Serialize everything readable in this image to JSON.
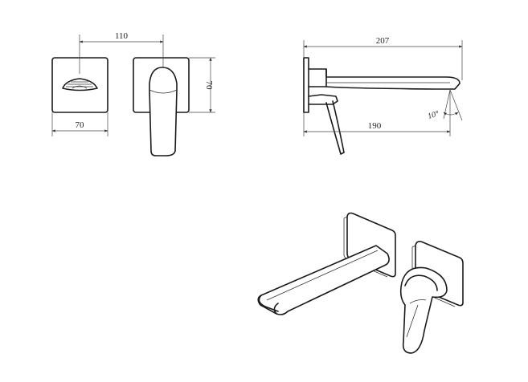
{
  "dimensions": {
    "front_overall_width": "110",
    "front_plate_width": "70",
    "front_plate_height": "70",
    "side_overall_length": "207",
    "side_spout_length": "190",
    "spout_angle": "10°"
  },
  "colors": {
    "line": "#1a1a1a",
    "background": "#ffffff"
  }
}
